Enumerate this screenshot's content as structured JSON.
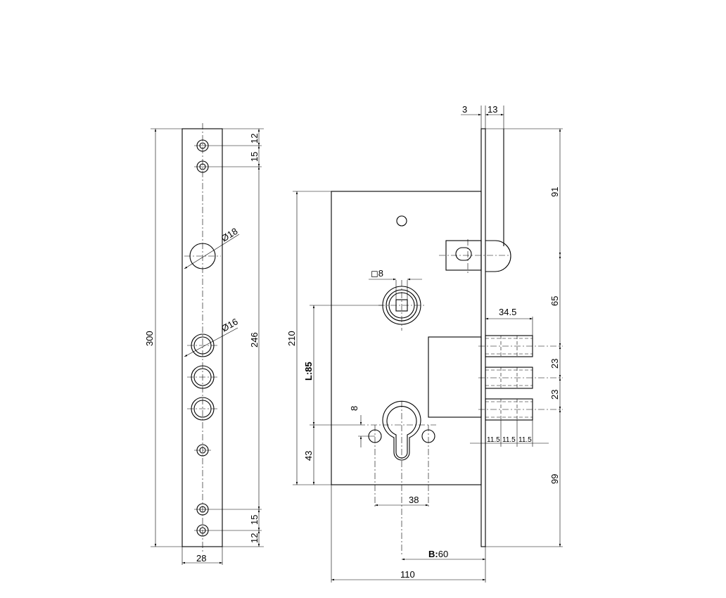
{
  "side_view": {
    "height_total": "300",
    "height_holes": "246",
    "width": "28",
    "top_offset": "12",
    "top_pitch": "15",
    "bottom_pitch": "15",
    "bottom_offset": "12",
    "hole_large": "Ø18",
    "hole_bolt": "Ø16"
  },
  "front_view": {
    "body_height": "210",
    "backset_label": "L:85",
    "cyl_height": "43",
    "spindle": "◻8",
    "cyl_pin": "8",
    "cyl_pitch": "38",
    "backset_prefix": "B:",
    "backset_value": "60",
    "body_width": "110",
    "faceplate": "3",
    "latch_throw": "13",
    "h_top": "91",
    "h_mid": "65",
    "bolt_pitch_1": "23",
    "bolt_pitch_2": "23",
    "h_bottom": "99",
    "bolt_throw": "34.5",
    "bolt_spacing_1": "11.5",
    "bolt_spacing_2": "11.5",
    "bolt_spacing_3": "11.5"
  }
}
